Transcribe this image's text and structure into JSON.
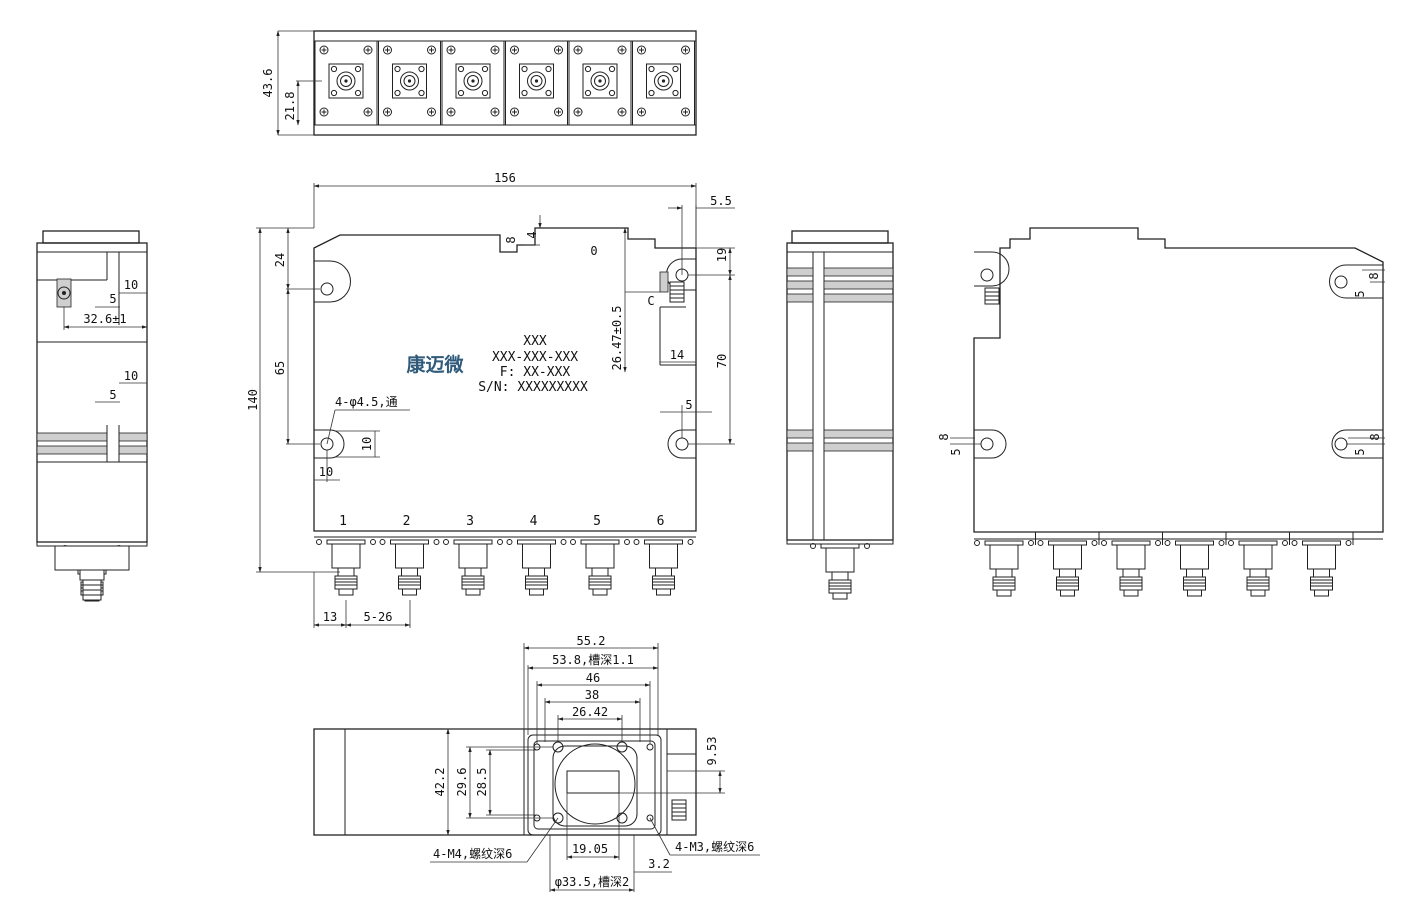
{
  "top_view": {
    "dims": {
      "height": "43.6",
      "center": "21.8"
    }
  },
  "front_view": {
    "dims": {
      "width": "156",
      "right_offset": "5.5",
      "d8": "8",
      "d4": "4",
      "mark_zero": "0",
      "top_hole": "24",
      "hole_pitch": "65",
      "total_height": "140",
      "hole_label": "4-φ4.5,通",
      "hole_x": "10",
      "hole_y": "10",
      "connector_height": "26.47±0.5",
      "right_top": "19",
      "right_pitch": "70",
      "right_14": "14",
      "right_5": "5",
      "c_label": "C",
      "first_port": "13",
      "port_pitch": "5-26"
    },
    "label_text": [
      "XXX",
      "XXX-XXX-XXX",
      "F: XX-XXX",
      "S/N: XXXXXXXXX"
    ],
    "logo": "康迈微",
    "ports": [
      "1",
      "2",
      "3",
      "4",
      "5",
      "6"
    ]
  },
  "left_view": {
    "dims": {
      "d10a": "10",
      "d5a": "5",
      "center": "32.6±1",
      "d10b": "10",
      "d5b": "5"
    }
  },
  "right_side_view": {
    "dims": {
      "tr8": "8",
      "tr5": "5",
      "l8": "8",
      "l5": "5",
      "br8": "8",
      "br5": "5"
    }
  },
  "bottom_view": {
    "dims": {
      "w55": "55.2",
      "w53": "53.8,槽深1.1",
      "w46": "46",
      "w38": "38",
      "w26": "26.42",
      "h42": "42.2",
      "h29": "29.6",
      "h28": "28.5",
      "h9": "9.53",
      "m4": "4-M4,螺纹深6",
      "m3": "4-M3,螺纹深6",
      "w19": "19.05",
      "d32": "3.2",
      "dia": "φ33.5,槽深2"
    }
  }
}
